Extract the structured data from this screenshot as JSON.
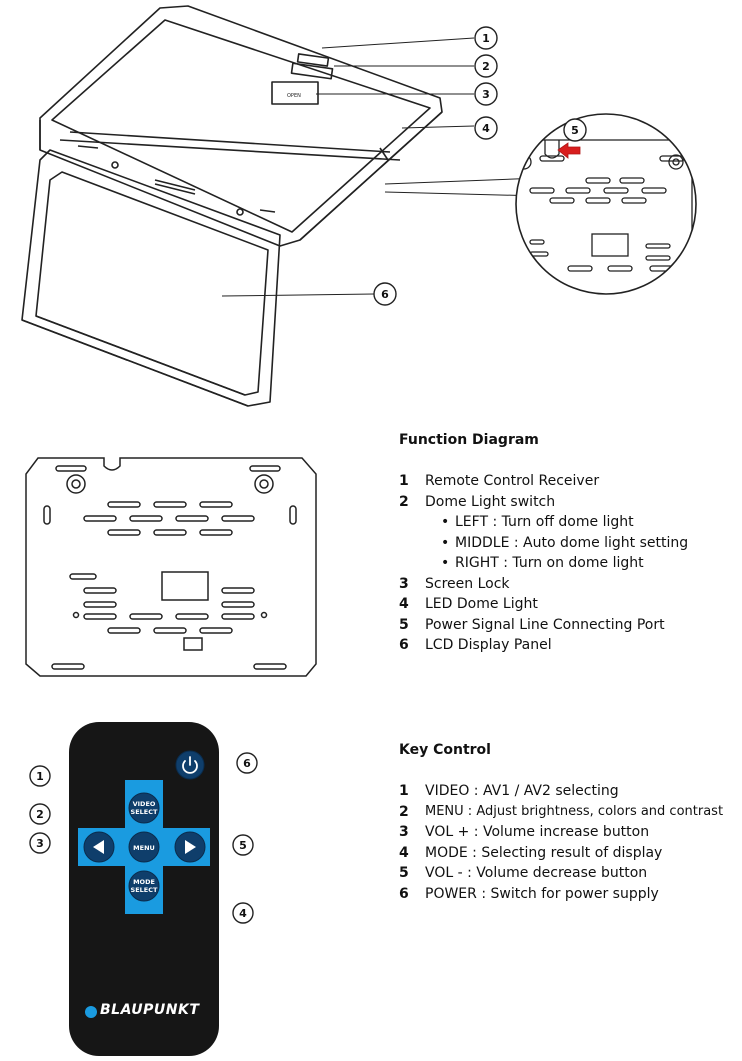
{
  "function_diagram": {
    "title": "Function Diagram",
    "items": [
      {
        "num": "1",
        "label": "Remote Control Receiver"
      },
      {
        "num": "2",
        "label": "Dome Light switch"
      },
      {
        "sub": "LEFT : Turn off dome light"
      },
      {
        "sub": "MIDDLE : Auto dome light setting"
      },
      {
        "sub": "RIGHT : Turn on dome light"
      },
      {
        "num": "3",
        "label": "Screen Lock"
      },
      {
        "num": "4",
        "label": "LED Dome Light"
      },
      {
        "num": "5",
        "label": "Power Signal Line Connecting Port"
      },
      {
        "num": "6",
        "label": "LCD Display Panel"
      }
    ],
    "callouts": [
      "1",
      "2",
      "3",
      "4",
      "5",
      "6"
    ],
    "lock_label": "OPEN"
  },
  "key_control": {
    "title": "Key Control",
    "items": [
      {
        "num": "1",
        "label": "VIDEO : AV1 / AV2 selecting"
      },
      {
        "num": "2",
        "label": "MENU : Adjust brightness, colors and contrast"
      },
      {
        "num": "3",
        "label": "VOL + : Volume increase button"
      },
      {
        "num": "4",
        "label": "MODE : Selecting result of display"
      },
      {
        "num": "5",
        "label": "VOL - : Volume decrease button"
      },
      {
        "num": "6",
        "label": "POWER : Switch for power supply"
      }
    ],
    "callouts": [
      "1",
      "2",
      "3",
      "4",
      "5",
      "6"
    ]
  },
  "remote": {
    "video_select_line1": "VIDEO",
    "video_select_line2": "SELECT",
    "menu": "MENU",
    "mode_select_line1": "MODE",
    "mode_select_line2": "SELECT",
    "brand": "BLAUPUNKT",
    "accent": "#1a9be0",
    "body_color": "#161616",
    "button_color": "#0f3e6b"
  },
  "colors": {
    "arrow_red": "#d81e1e"
  }
}
